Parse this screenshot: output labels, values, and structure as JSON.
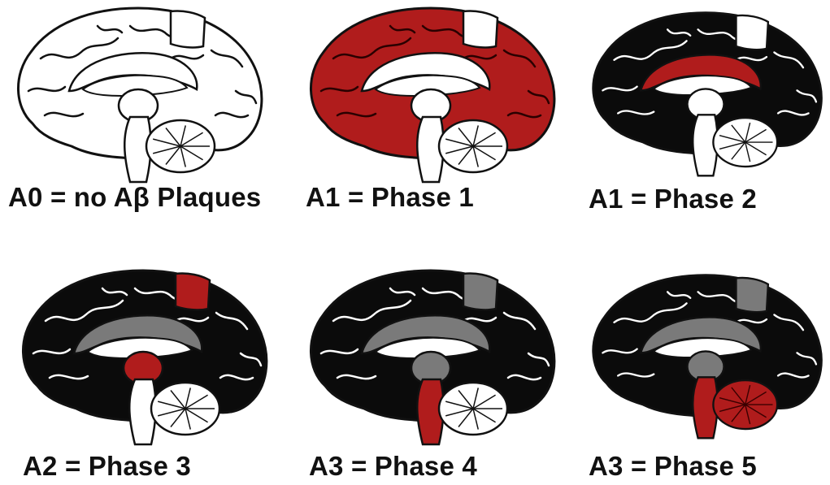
{
  "panels": [
    {
      "caption": "A0 = no Aβ Plaques",
      "cortex": "white",
      "cortex_red": false,
      "parietal": "white",
      "cingulate": "white",
      "thalamus": "white",
      "brainstem": "white",
      "cerebellum": "white"
    },
    {
      "caption": "A1 = Phase 1",
      "cortex": "red",
      "cortex_red": true,
      "parietal": "white",
      "cingulate": "white",
      "thalamus": "white",
      "brainstem": "white",
      "cerebellum": "white"
    },
    {
      "caption": "A1 = Phase 2",
      "cortex": "black",
      "cortex_red": false,
      "parietal": "white",
      "cingulate": "red",
      "thalamus": "white",
      "brainstem": "white",
      "cerebellum": "white"
    },
    {
      "caption": "A2 = Phase 3",
      "cortex": "black",
      "cortex_red": false,
      "parietal": "red",
      "cingulate": "gray",
      "thalamus": "red",
      "brainstem": "white",
      "cerebellum": "white"
    },
    {
      "caption": "A3 = Phase 4",
      "cortex": "black",
      "cortex_red": false,
      "parietal": "gray",
      "cingulate": "gray",
      "thalamus": "gray",
      "brainstem": "red",
      "cerebellum": "white"
    },
    {
      "caption": "A3 = Phase 5",
      "cortex": "black",
      "cortex_red": false,
      "parietal": "gray",
      "cingulate": "gray",
      "thalamus": "gray",
      "brainstem": "red",
      "cerebellum": "red"
    }
  ],
  "colors": {
    "red": "#b01c1c",
    "black": "#0b0b0b",
    "gray": "#7a7a7a",
    "white": "#ffffff",
    "outline": "#111111"
  }
}
